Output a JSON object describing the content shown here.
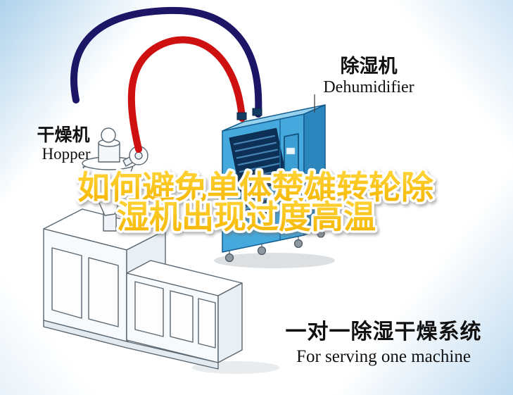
{
  "labels": {
    "dehumidifier": {
      "zh": "除湿机",
      "en": "Dehumidifier"
    },
    "hopper": {
      "zh": "干燥机",
      "en": "Hopper"
    },
    "system": {
      "zh": "一对一除湿干燥系统",
      "en": "For serving one machine"
    }
  },
  "title": {
    "line1": "如何避免单体楚雄转轮除",
    "line2": "湿机出现过度高温",
    "color": "#f9c400"
  },
  "colors": {
    "pipe_red": "#cf1010",
    "pipe_navy": "#1d1566",
    "unit_front": "#45a9dd",
    "unit_side": "#2b86bd",
    "unit_top": "#97d2ef",
    "vent_dark": "#0d3156",
    "background_tint": "#bcd9ee",
    "text_black": "#111111"
  }
}
